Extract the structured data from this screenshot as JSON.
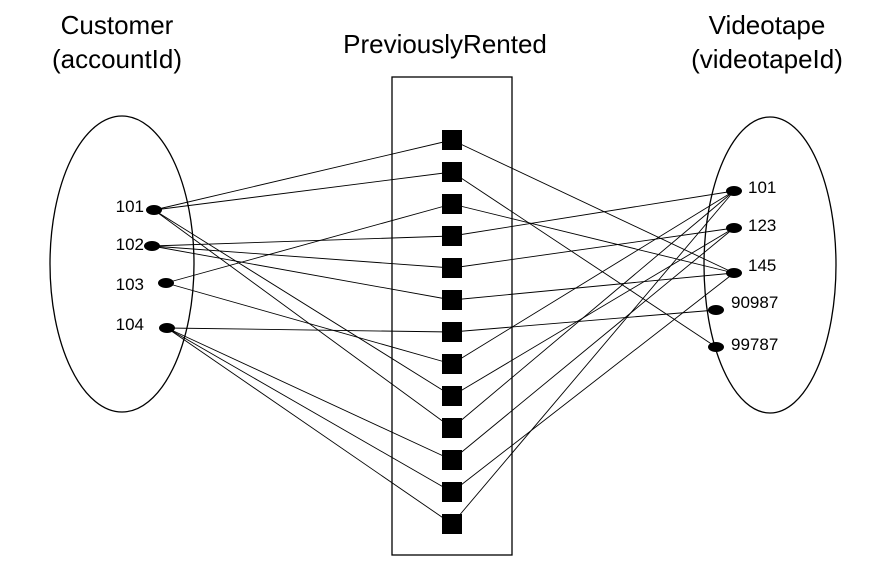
{
  "titles": {
    "customer_line1": "Customer",
    "customer_line2": "(accountId)",
    "relationship": "PreviouslyRented",
    "videotape_line1": "Videotape",
    "videotape_line2": "(videotapeId)"
  },
  "customers": [
    "101",
    "102",
    "103",
    "104"
  ],
  "videotapes": [
    "101",
    "123",
    "145",
    "90987",
    "99787"
  ],
  "relationship_instances": [
    {
      "customer": "101",
      "videotape": "145"
    },
    {
      "customer": "101",
      "videotape": "99787"
    },
    {
      "customer": "103",
      "videotape": "145"
    },
    {
      "customer": "102",
      "videotape": "101"
    },
    {
      "customer": "102",
      "videotape": "123"
    },
    {
      "customer": "102",
      "videotape": "145"
    },
    {
      "customer": "104",
      "videotape": "90987"
    },
    {
      "customer": "103",
      "videotape": "101"
    },
    {
      "customer": "101",
      "videotape": "123"
    },
    {
      "customer": "101",
      "videotape": "101"
    },
    {
      "customer": "104",
      "videotape": "123"
    },
    {
      "customer": "104",
      "videotape": "145"
    },
    {
      "customer": "104",
      "videotape": "101"
    }
  ]
}
